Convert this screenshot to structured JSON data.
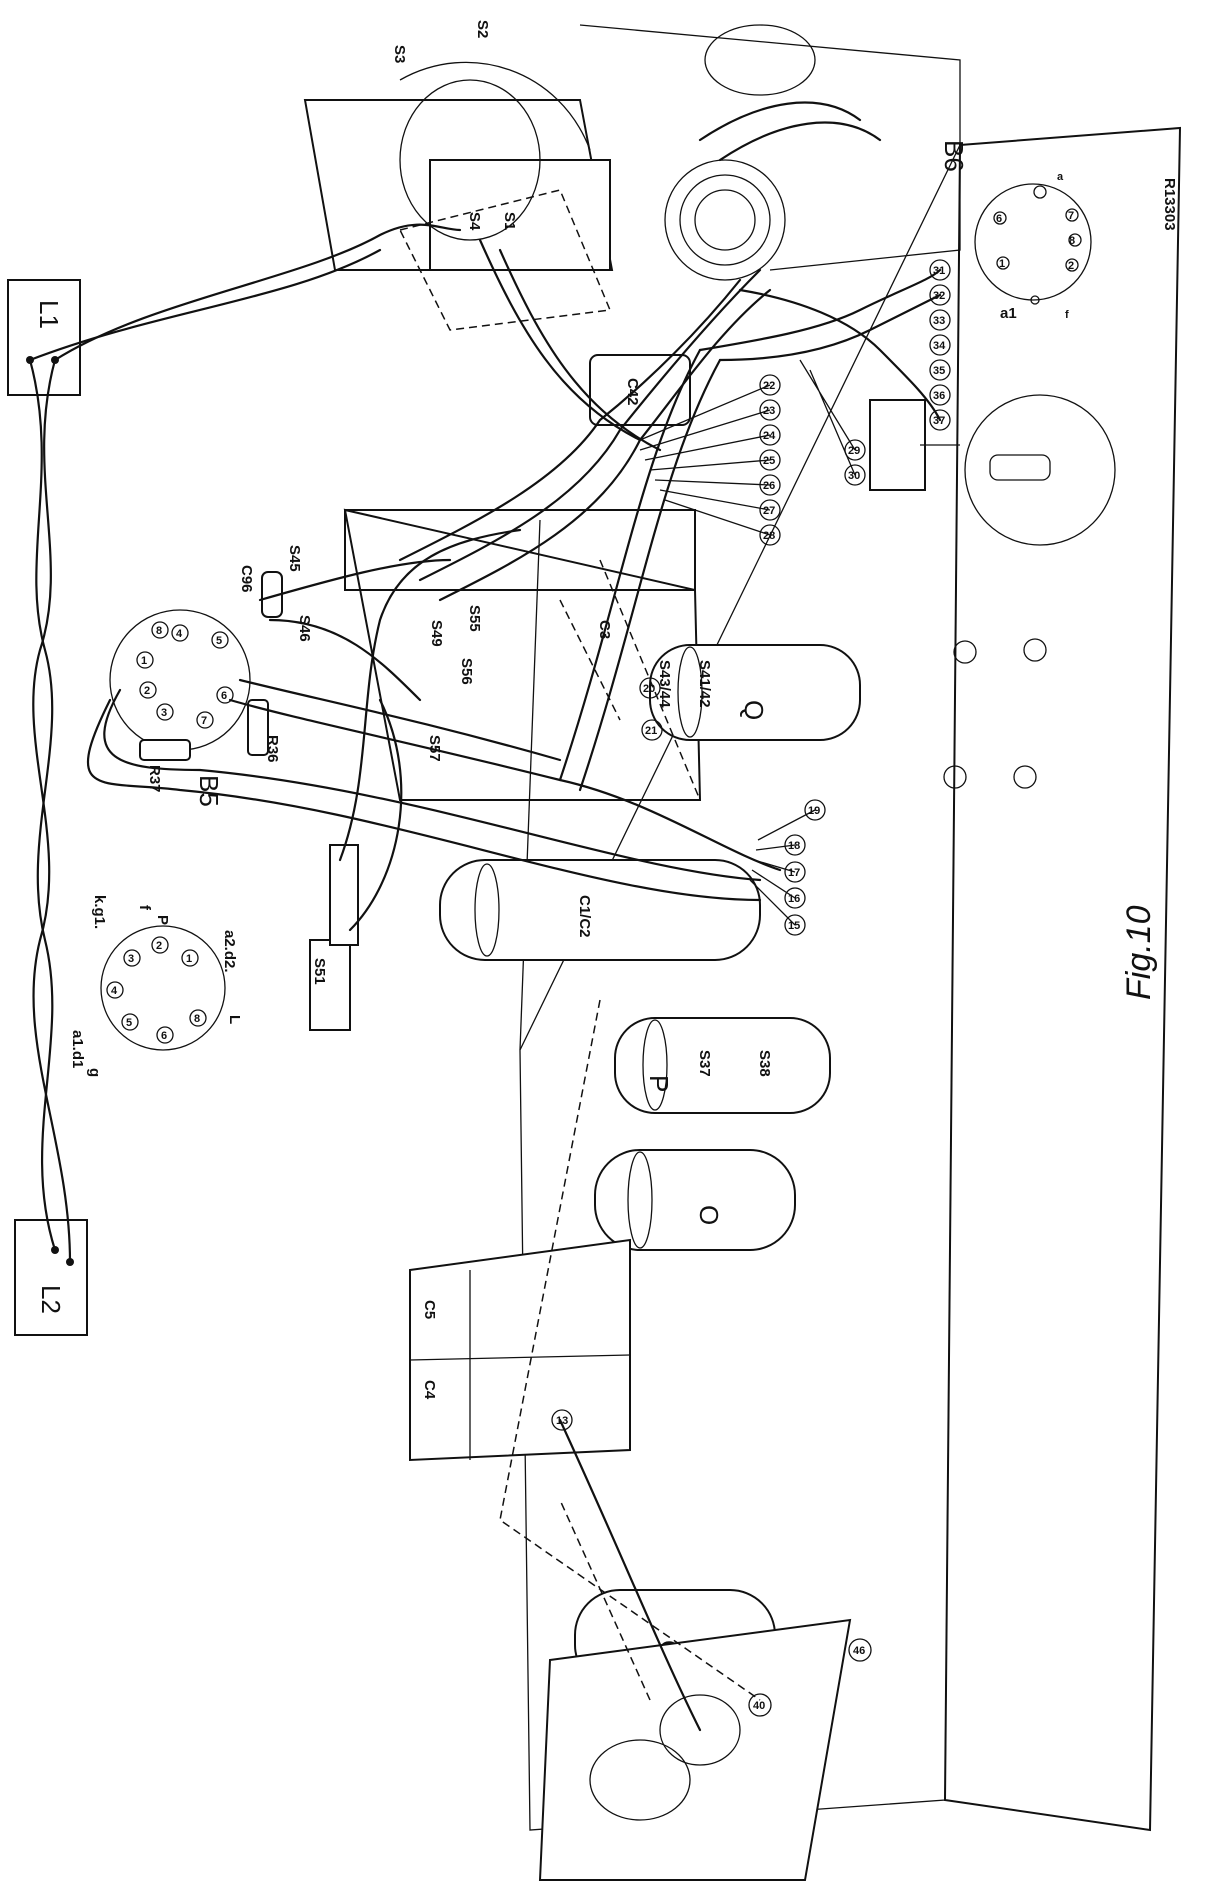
{
  "figure": {
    "caption": "Fig.10",
    "ref": "R13303"
  },
  "blocks": {
    "L1": "L1",
    "L2": "L2",
    "B5": "B5",
    "B6": "B6",
    "O": "O",
    "P": "P",
    "Q": "Q",
    "G": "G",
    "C1C2": "C1/C2",
    "C3": "C3",
    "C4": "C4",
    "C5": "C5",
    "C96": "C96",
    "C42": "C42",
    "R36": "R36",
    "R37": "R37"
  },
  "labels": {
    "S1": "S1",
    "S2": "S2",
    "S3": "S3",
    "S4": "S4",
    "S37": "S37",
    "S38": "S38",
    "S45": "S45",
    "S46": "S46",
    "S49": "S49",
    "S55": "S55",
    "S56": "S56",
    "S57": "S57",
    "S51": "S51",
    "S43_44": "S43/44",
    "S41_42": "S41/42",
    "a1": "a1",
    "a": "a",
    "f": "f"
  },
  "socket_B6": {
    "pins": [
      "a",
      "6",
      "1",
      "2",
      "8",
      "7",
      "f"
    ]
  },
  "socket_left": {
    "pins": [
      "1",
      "2",
      "3",
      "4",
      "5",
      "6",
      "8"
    ],
    "labels": [
      "k.g1.",
      "f",
      "P",
      "a2.d2.",
      "L",
      "g",
      "a1.d1"
    ]
  },
  "socket_B5": {
    "pins": [
      "1",
      "2",
      "3",
      "4",
      "5",
      "6",
      "7",
      "8"
    ]
  },
  "terminal_numbers": {
    "col_15_19": [
      "15",
      "16",
      "17",
      "18",
      "19"
    ],
    "col_20_21": [
      "20",
      "21"
    ],
    "col_22_28": [
      "22",
      "23",
      "24",
      "25",
      "26",
      "27",
      "28"
    ],
    "col_29_30": [
      "29",
      "30"
    ],
    "col_31_37": [
      "31",
      "32",
      "33",
      "34",
      "35",
      "36",
      "37"
    ],
    "t13": "13",
    "t40": "40",
    "t46": "46"
  }
}
